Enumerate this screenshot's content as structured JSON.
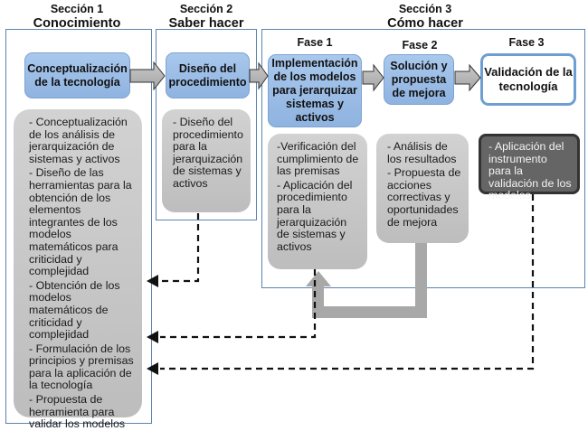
{
  "sections": [
    {
      "number": "Sección 1",
      "name": "Conocimiento"
    },
    {
      "number": "Sección 2",
      "name": "Saber hacer"
    },
    {
      "number": "Sección 3",
      "name": "Cómo hacer"
    }
  ],
  "phases": [
    "Fase 1",
    "Fase 2",
    "Fase 3"
  ],
  "process_boxes": {
    "conceptualizacion": "Conceptualización de la tecnología",
    "diseno": "Diseño del procedimiento",
    "implementacion": "Implementación de los modelos para jerarquizar sistemas y activos",
    "solucion": "Solución y propuesta de mejora",
    "validacion": "Validación de la tecnología"
  },
  "detail_boxes": {
    "conocimiento": [
      "- Conceptualización de los análisis de jerarquización de sistemas y activos",
      "- Diseño de  las herramientas para la obtención de los elementos integrantes de los modelos matemáticos para criticidad y complejidad",
      "- Obtención de los modelos matemáticos de criticidad y complejidad",
      "- Formulación de los principios y premisas para la aplicación de la tecnología",
      "- Propuesta de herramienta para validar los modelos"
    ],
    "saber_hacer": [
      "- Diseño del procedimiento para la jerarquización de sistemas y activos"
    ],
    "fase1": [
      "-Verificación del cumplimiento de las premisas",
      "- Aplicación del procedimiento para la jerarquización de sistemas y activos"
    ],
    "fase2": [
      "- Análisis de los resultados",
      "- Propuesta de acciones correctivas y oportunidades de mejora"
    ],
    "fase3": [
      "- Aplicación del instrumento para la validación de los modelos"
    ]
  },
  "colors": {
    "frame": "#5b84ad",
    "process_blue": "#9dbde6",
    "detail_gray": "#c6c6c6",
    "dark_box": "#656565",
    "feedback_arrow": "#a8a8a8",
    "dashed": "#111111"
  }
}
